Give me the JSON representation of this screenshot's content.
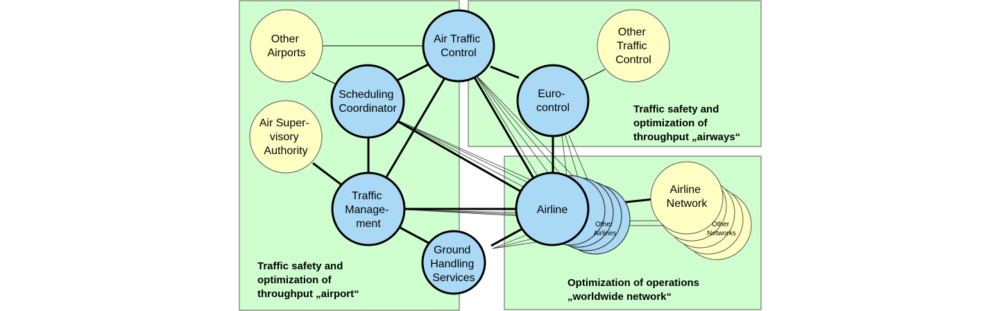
{
  "regions": {
    "airport": [
      "Traffic safety and",
      "optimization of",
      "throughput „airport“"
    ],
    "airways": [
      "Traffic safety and",
      "optimization of",
      "throughput „airways“"
    ],
    "network": [
      "Optimization of operations",
      "„worldwide network“"
    ]
  },
  "nodes": {
    "other_airports": [
      "Other",
      "Airports"
    ],
    "air_traffic_control": [
      "Air Traffic",
      "Control"
    ],
    "other_traffic_control": [
      "Other",
      "Traffic",
      "Control"
    ],
    "scheduling_coordinator": [
      "Scheduling",
      "Coordinator"
    ],
    "eurocontrol": [
      "Euro-",
      "control"
    ],
    "air_supervisory_authority": [
      "Air Super-",
      "visory",
      "Authority"
    ],
    "traffic_management": [
      "Traffic",
      "Manage-",
      "ment"
    ],
    "airline": [
      "Airline"
    ],
    "other_airlines": [
      "Other",
      "Airlines"
    ],
    "airline_network": [
      "Airline",
      "Network"
    ],
    "other_networks": [
      "Other",
      "Networks"
    ],
    "ground_handling_services": [
      "Ground",
      "Handling",
      "Services"
    ]
  },
  "colors": {
    "region_fill": "#cfffcf",
    "blue_node": "#a9d9f5",
    "yellow_node": "#ffffc4"
  }
}
